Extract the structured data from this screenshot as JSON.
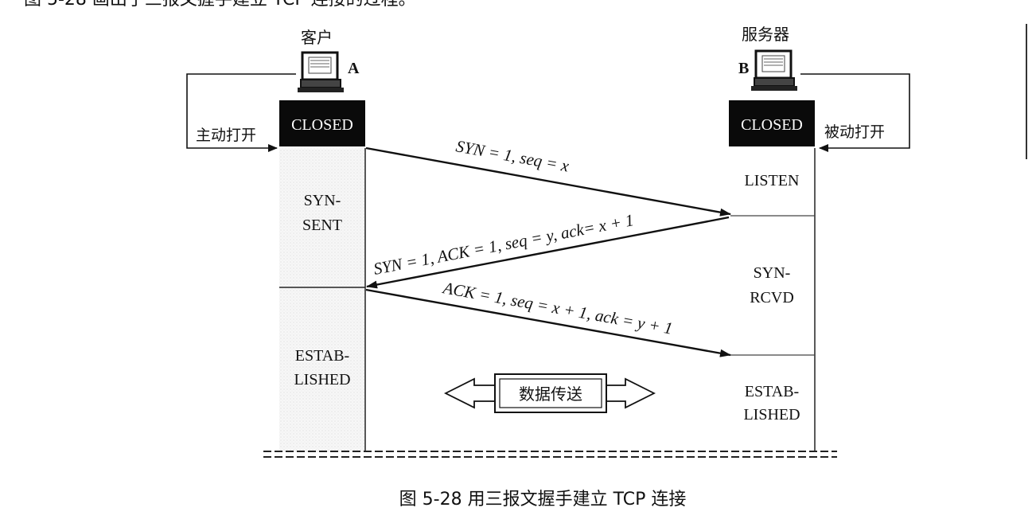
{
  "top_caption": "图 5-28 画出了三报文握手建立 TCP 连接的过程。",
  "client": {
    "title": "客户",
    "host": "A",
    "initial_state": "CLOSED",
    "open_label": "主动打开",
    "states": [
      {
        "line1": "SYN-",
        "line2": "SENT"
      },
      {
        "line1": "ESTAB-",
        "line2": "LISHED"
      }
    ]
  },
  "server": {
    "title": "服务器",
    "host": "B",
    "initial_state": "CLOSED",
    "open_label": "被动打开",
    "states": [
      {
        "line1": "LISTEN",
        "line2": ""
      },
      {
        "line1": "SYN-",
        "line2": "RCVD"
      },
      {
        "line1": "ESTAB-",
        "line2": "LISHED"
      }
    ]
  },
  "messages": [
    {
      "label": "SYN = 1, seq = x",
      "from": "client",
      "to": "server"
    },
    {
      "label": "SYN = 1, ACK = 1, seq = y, ack= x + 1",
      "from": "server",
      "to": "client"
    },
    {
      "label": "ACK = 1, seq = x + 1, ack = y + 1",
      "from": "client",
      "to": "server"
    }
  ],
  "data_transfer": "数据传送",
  "figure_caption": "图 5-28  用三报文握手建立 TCP 连接"
}
